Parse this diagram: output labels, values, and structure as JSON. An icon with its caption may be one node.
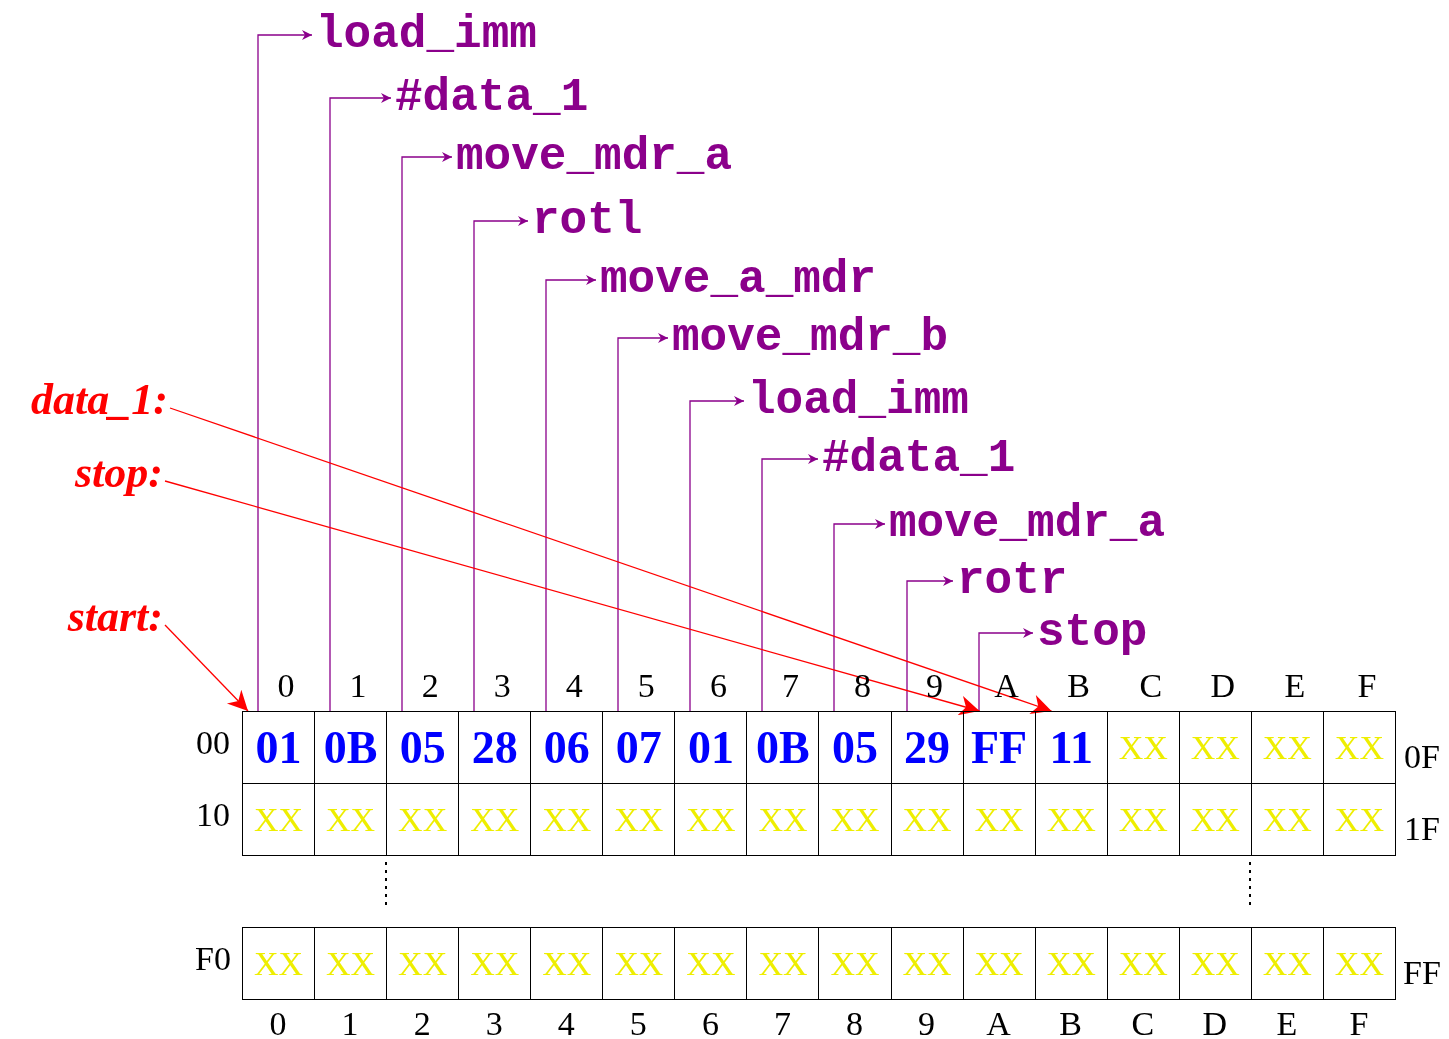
{
  "diagram": {
    "nodes": [
      {
        "text": [
          "load_imm"
        ]
      },
      {
        "text": [
          "#data_1"
        ]
      },
      {
        "text": [
          "move_mdr_a"
        ]
      },
      {
        "text": [
          "rotl"
        ]
      },
      {
        "text": [
          "move_a_mdr"
        ]
      },
      {
        "text": [
          "move_mdr_b"
        ]
      },
      {
        "text": [
          "load_imm"
        ]
      },
      {
        "text": [
          "#data_1"
        ]
      },
      {
        "text": [
          "move_mdr_a"
        ]
      },
      {
        "text": [
          "rotr"
        ]
      },
      {
        "text": [
          "stop"
        ]
      },
      {
        "text": [
          "data_1:"
        ]
      },
      {
        "text": [
          "stop:"
        ]
      },
      {
        "text": [
          "start:"
        ]
      },
      {
        "text": [
          "01"
        ]
      },
      {
        "text": [
          "0B"
        ]
      },
      {
        "text": [
          "05"
        ]
      },
      {
        "text": [
          "28"
        ]
      },
      {
        "text": [
          "06"
        ]
      },
      {
        "text": [
          "07"
        ]
      },
      {
        "text": [
          "01"
        ]
      },
      {
        "text": [
          "0B"
        ]
      },
      {
        "text": [
          "05"
        ]
      },
      {
        "text": [
          "29"
        ]
      },
      {
        "text": [
          "FF"
        ]
      },
      {
        "text": [
          "11"
        ]
      },
      {
        "text": [
          "XX"
        ]
      },
      {
        "text": [
          "XX"
        ]
      },
      {
        "text": [
          "XX"
        ]
      },
      {
        "text": [
          "XX"
        ]
      },
      {
        "text": [
          "XX"
        ]
      },
      {
        "text": [
          "XX"
        ]
      },
      {
        "text": [
          "XX"
        ]
      },
      {
        "text": [
          "XX"
        ]
      },
      {
        "text": [
          "XX"
        ]
      },
      {
        "text": [
          "XX"
        ]
      },
      {
        "text": [
          "XX"
        ]
      },
      {
        "text": [
          "XX"
        ]
      },
      {
        "text": [
          "XX"
        ]
      },
      {
        "text": [
          "XX"
        ]
      },
      {
        "text": [
          "XX"
        ]
      },
      {
        "text": [
          "XX"
        ]
      },
      {
        "text": [
          "XX"
        ]
      },
      {
        "text": [
          "XX"
        ]
      },
      {
        "text": [
          "XX"
        ]
      },
      {
        "text": [
          "XX"
        ]
      },
      {
        "text": [
          "XX"
        ]
      },
      {
        "text": [
          "XX"
        ]
      },
      {
        "text": [
          "XX"
        ]
      },
      {
        "text": [
          "XX"
        ]
      },
      {
        "text": [
          "XX"
        ]
      },
      {
        "text": [
          "XX"
        ]
      },
      {
        "text": [
          "XX"
        ]
      },
      {
        "text": [
          "XX"
        ]
      },
      {
        "text": [
          "XX"
        ]
      },
      {
        "text": [
          "XX"
        ]
      },
      {
        "text": [
          "XX"
        ]
      },
      {
        "text": [
          "XX"
        ]
      },
      {
        "text": [
          "XX"
        ]
      },
      {
        "text": [
          "XX"
        ]
      },
      {
        "text": [
          "XX"
        ]
      },
      {
        "text": [
          "XX"
        ]
      }
    ],
    "edges": [
      {
        "from": 14,
        "to": 0,
        "arrow": "to"
      },
      {
        "from": 15,
        "to": 1,
        "arrow": "to"
      },
      {
        "from": 16,
        "to": 2,
        "arrow": "to"
      },
      {
        "from": 17,
        "to": 3,
        "arrow": "to"
      },
      {
        "from": 18,
        "to": 4,
        "arrow": "to"
      },
      {
        "from": 19,
        "to": 5,
        "arrow": "to"
      },
      {
        "from": 20,
        "to": 6,
        "arrow": "to"
      },
      {
        "from": 21,
        "to": 7,
        "arrow": "to"
      },
      {
        "from": 22,
        "to": 8,
        "arrow": "to"
      },
      {
        "from": 23,
        "to": 9,
        "arrow": "to"
      },
      {
        "from": 24,
        "to": 10,
        "arrow": "to"
      },
      {
        "from": 11,
        "to": 25,
        "arrow": "to",
        "color": "#ff0000"
      },
      {
        "from": 12,
        "to": 24,
        "arrow": "to",
        "color": "#ff0000"
      },
      {
        "from": 13,
        "to": 14,
        "arrow": "to",
        "color": "#ff0000"
      }
    ],
    "labels": [
      "0",
      "1",
      "2",
      "3",
      "4",
      "5",
      "6",
      "7",
      "8",
      "9",
      "A",
      "B",
      "C",
      "D",
      "E",
      "F",
      "00",
      "0F",
      "10",
      "1F",
      "F0",
      "FF",
      "0",
      "1",
      "2",
      "3",
      "4",
      "5",
      "6",
      "7",
      "8",
      "9",
      "A",
      "B",
      "C",
      "D",
      "E",
      "F"
    ]
  }
}
